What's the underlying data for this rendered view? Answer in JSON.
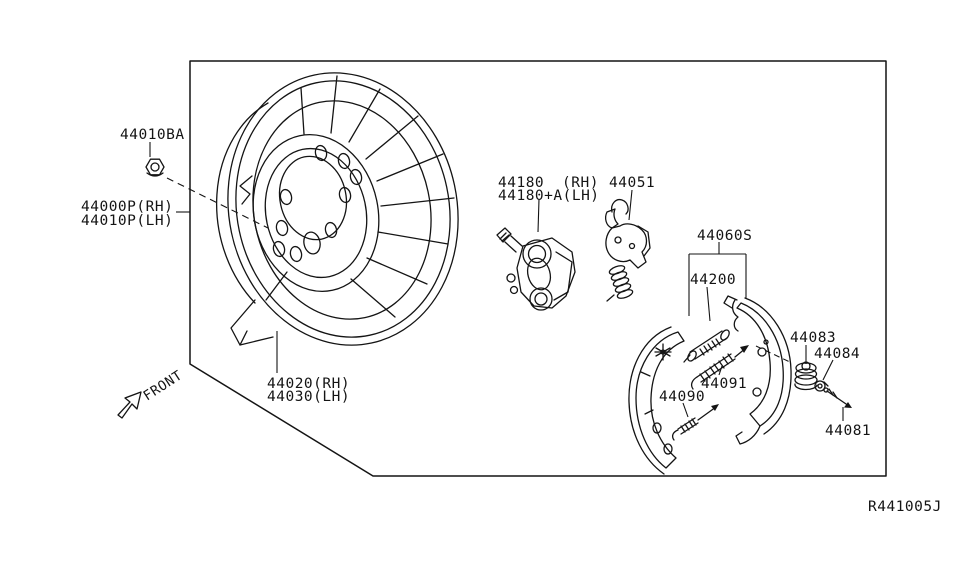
{
  "labels": {
    "lock_nut": "44010BA",
    "backplate_assy_rh": "44000P(RH)",
    "backplate_assy_lh": "44010P(LH)",
    "backplate_rh": "44020(RH)",
    "backplate_lh": "44030(LH)",
    "wheel_cyl_num": "44180",
    "wheel_cyl_rh": "(RH)",
    "wheel_cyl_lh": "44180+A(LH)",
    "adjuster_lever": "44051",
    "shoe_set": "44060S",
    "adjuster_assy": "44200",
    "shoe_spring_upper": "44091",
    "shoe_spring_lower": "44090",
    "holddown_spring": "44083",
    "holddown_retainer": "44084",
    "holddown_pin": "44081"
  },
  "front_label": "FRONT",
  "ref_code": "R441005J",
  "colors": {
    "line": "#141414",
    "background": "#ffffff"
  }
}
